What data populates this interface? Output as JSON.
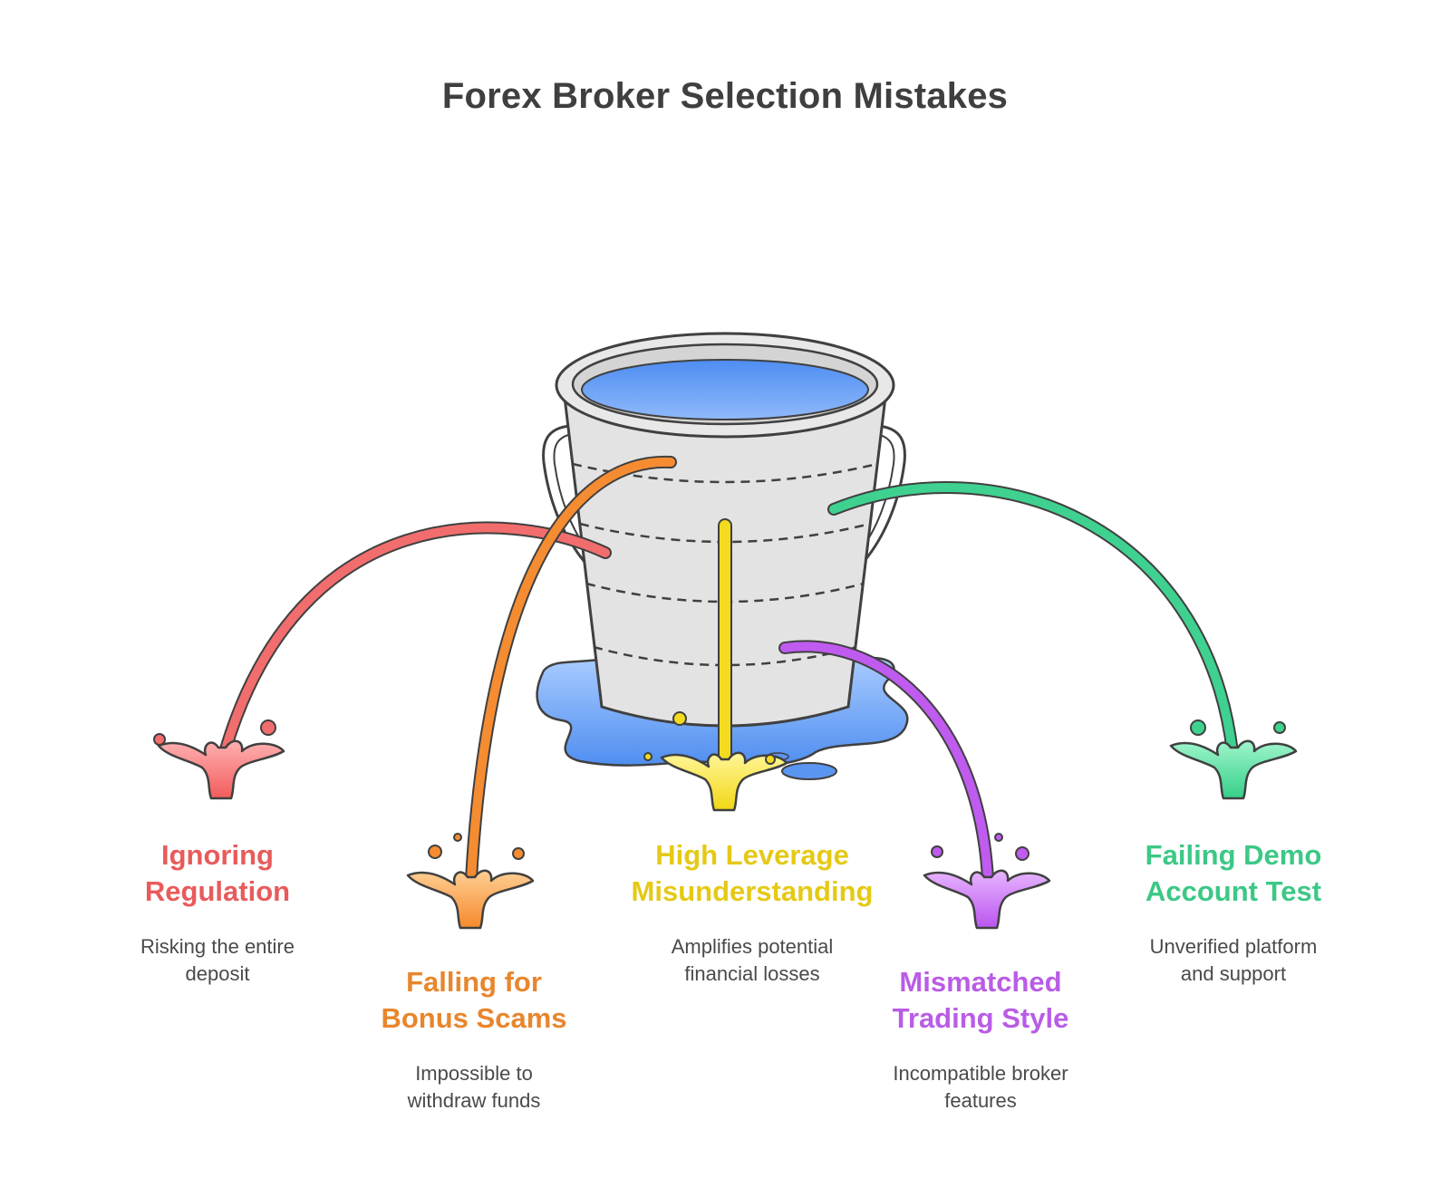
{
  "title": "Forex Broker Selection Mistakes",
  "items": [
    {
      "id": "ignoring-regulation",
      "title_lines": [
        "Ignoring",
        "Regulation"
      ],
      "desc_lines": [
        "Risking the entire",
        "deposit"
      ],
      "color": "#e85b5b",
      "stream_color": "#f26d6d",
      "light_color": "#ff9e9e"
    },
    {
      "id": "bonus-scams",
      "title_lines": [
        "Falling for",
        "Bonus Scams"
      ],
      "desc_lines": [
        "Impossible to",
        "withdraw funds"
      ],
      "color": "#e8862d",
      "stream_color": "#f58c32",
      "light_color": "#ffc07f"
    },
    {
      "id": "high-leverage",
      "title_lines": [
        "High Leverage",
        "Misunderstanding"
      ],
      "desc_lines": [
        "Amplifies potential",
        "financial losses"
      ],
      "color": "#e5c915",
      "stream_color": "#f3db1f",
      "light_color": "#fff27a"
    },
    {
      "id": "mismatched-style",
      "title_lines": [
        "Mismatched",
        "Trading Style"
      ],
      "desc_lines": [
        "Incompatible broker",
        "features"
      ],
      "color": "#b95ce6",
      "stream_color": "#bf5bef",
      "light_color": "#e3a8ff"
    },
    {
      "id": "demo-test",
      "title_lines": [
        "Failing Demo",
        "Account Test"
      ],
      "desc_lines": [
        "Unverified platform",
        "and support"
      ],
      "color": "#3cc886",
      "stream_color": "#3fd190",
      "light_color": "#8ff0c0"
    }
  ],
  "colors": {
    "bucket_fill": "#e2e2e2",
    "bucket_stroke": "#404040",
    "water": "#5b95f2",
    "water_light": "#9ec2ff"
  }
}
